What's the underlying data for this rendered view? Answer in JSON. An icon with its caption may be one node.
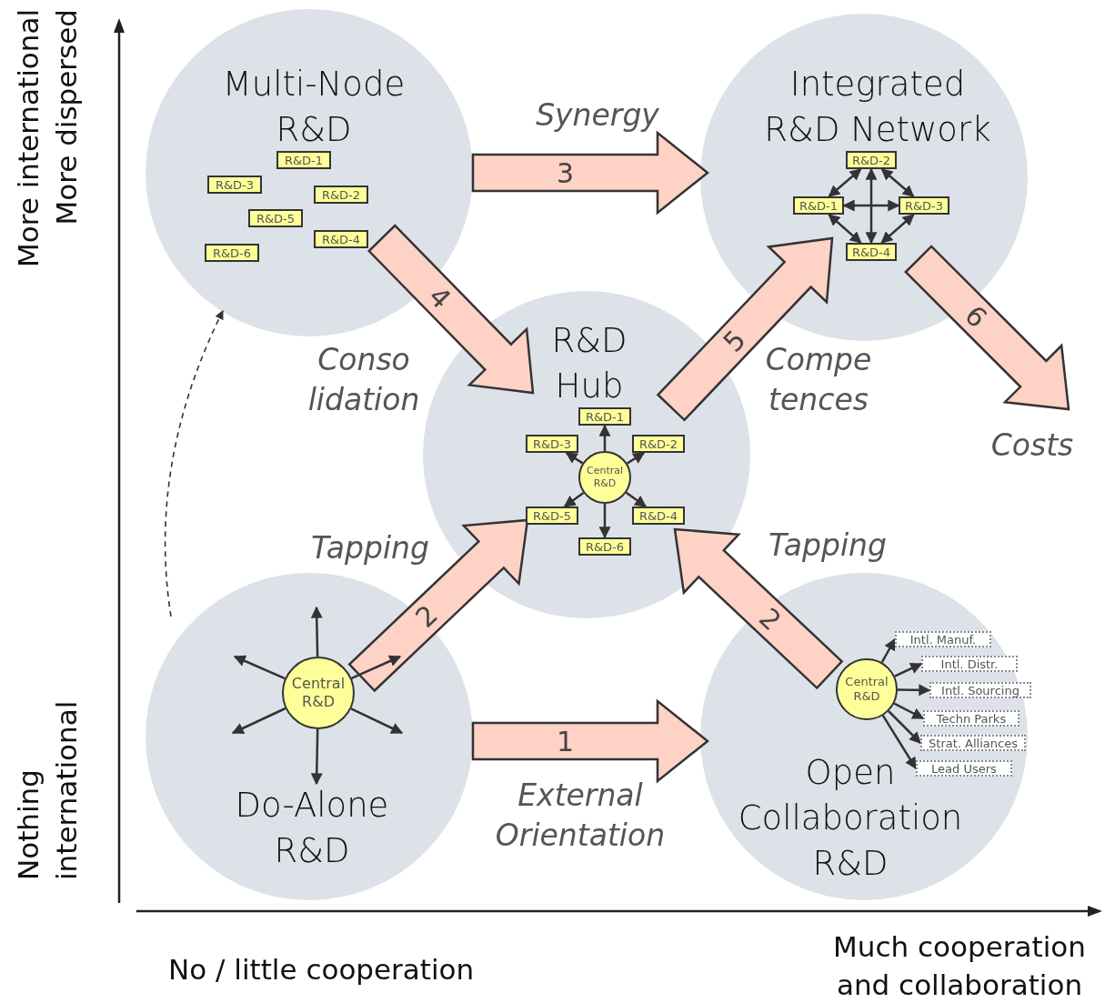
{
  "diagram": {
    "nodes": [
      {
        "text": [
          "Multi-Node R&D"
        ]
      },
      {
        "text": [
          "R&D-1"
        ],
        "in": 0
      },
      {
        "text": [
          "R&D-3"
        ],
        "in": 0
      },
      {
        "text": [
          "R&D-2"
        ],
        "in": 0
      },
      {
        "text": [
          "R&D-5"
        ],
        "in": 0
      },
      {
        "text": [
          "R&D-4"
        ],
        "in": 0
      },
      {
        "text": [
          "R&D-6"
        ],
        "in": 0
      },
      {
        "text": [
          "Integrated R&D Network"
        ]
      },
      {
        "text": [
          "R&D-2"
        ],
        "in": 7
      },
      {
        "text": [
          "R&D-1"
        ],
        "in": 7
      },
      {
        "text": [
          "R&D-3"
        ],
        "in": 7
      },
      {
        "text": [
          "R&D-4"
        ],
        "in": 7
      },
      {
        "text": [
          "R&D Hub"
        ]
      },
      {
        "text": [
          "R&D-1"
        ],
        "in": 12
      },
      {
        "text": [
          "R&D-3"
        ],
        "in": 12
      },
      {
        "text": [
          "Central R&D"
        ],
        "in": 12
      },
      {
        "text": [
          "R&D-2"
        ],
        "in": 12
      },
      {
        "text": [
          "R&D-5"
        ],
        "in": 12
      },
      {
        "text": [
          "R&D-4"
        ],
        "in": 12
      },
      {
        "text": [
          "R&D-6"
        ],
        "in": 12
      },
      {
        "text": [
          "Do-Alone R&D"
        ]
      },
      {
        "text": [
          "Central R&D"
        ],
        "in": 20
      },
      {
        "text": [
          "Open Collaboration R&D"
        ]
      },
      {
        "text": [
          "Central R&D"
        ],
        "in": 22
      },
      {
        "text": [
          "Intl. Manuf."
        ],
        "in": 22
      },
      {
        "text": [
          "Intl. Distr."
        ],
        "in": 22
      },
      {
        "text": [
          "Intl. Sourcing"
        ],
        "in": 22
      },
      {
        "text": [
          "Techn Parks"
        ],
        "in": 22
      },
      {
        "text": [
          "Strat. Alliances"
        ],
        "in": 22
      },
      {
        "text": [
          "Lead Users"
        ],
        "in": 22
      }
    ],
    "edges": [
      {
        "from": 0,
        "to": 7,
        "arrow": "to",
        "label": "3",
        "style": "thick",
        "color": "#ffd2c6"
      },
      {
        "from": 0,
        "to": 12,
        "arrow": "to",
        "label": "4",
        "style": "thick",
        "color": "#ffd2c6"
      },
      {
        "from": 12,
        "to": 7,
        "arrow": "to",
        "label": "5",
        "style": "thick",
        "color": "#ffd2c6"
      },
      {
        "from": 7,
        "to": null,
        "arrow": "to",
        "label": "6",
        "style": "thick",
        "color": "#ffd2c6"
      },
      {
        "from": 20,
        "to": 12,
        "arrow": "to",
        "label": "2",
        "style": "thick",
        "color": "#ffd2c6"
      },
      {
        "from": 22,
        "to": 12,
        "arrow": "to",
        "label": "2",
        "style": "thick",
        "color": "#ffd2c6"
      },
      {
        "from": 20,
        "to": 22,
        "arrow": "to",
        "label": "1",
        "style": "thick",
        "color": "#ffd2c6"
      },
      {
        "from": 20,
        "to": 0,
        "arrow": "to",
        "style": "dashed"
      },
      {
        "from": 8,
        "to": 9,
        "arrow": "both"
      },
      {
        "from": 8,
        "to": 10,
        "arrow": "both"
      },
      {
        "from": 8,
        "to": 11,
        "arrow": "both"
      },
      {
        "from": 9,
        "to": 10,
        "arrow": "both"
      },
      {
        "from": 9,
        "to": 11,
        "arrow": "both"
      },
      {
        "from": 10,
        "to": 11,
        "arrow": "both"
      },
      {
        "from": 15,
        "to": 13,
        "arrow": "to"
      },
      {
        "from": 15,
        "to": 14,
        "arrow": "to"
      },
      {
        "from": 15,
        "to": 16,
        "arrow": "to"
      },
      {
        "from": 15,
        "to": 17,
        "arrow": "to"
      },
      {
        "from": 15,
        "to": 18,
        "arrow": "to"
      },
      {
        "from": 15,
        "to": 19,
        "arrow": "to"
      },
      {
        "from": 21,
        "to": null,
        "arrow": "to"
      },
      {
        "from": 21,
        "to": null,
        "arrow": "to"
      },
      {
        "from": 21,
        "to": null,
        "arrow": "to"
      },
      {
        "from": 21,
        "to": null,
        "arrow": "to"
      },
      {
        "from": 21,
        "to": null,
        "arrow": "to"
      },
      {
        "from": 21,
        "to": null,
        "arrow": "to"
      },
      {
        "from": 23,
        "to": 24,
        "arrow": "to"
      },
      {
        "from": 23,
        "to": 25,
        "arrow": "to"
      },
      {
        "from": 23,
        "to": 26,
        "arrow": "to"
      },
      {
        "from": 23,
        "to": 27,
        "arrow": "to"
      },
      {
        "from": 23,
        "to": 28,
        "arrow": "to"
      },
      {
        "from": 23,
        "to": 29,
        "arrow": "to"
      }
    ],
    "labels": [
      "Synergy",
      "Conso lidation",
      "Compe tences",
      "Costs",
      "Tapping",
      "Tapping",
      "External Orientation",
      "More international More dispersed",
      "Nothing international",
      "No / little cooperation",
      "Much cooperation and collaboration"
    ]
  }
}
